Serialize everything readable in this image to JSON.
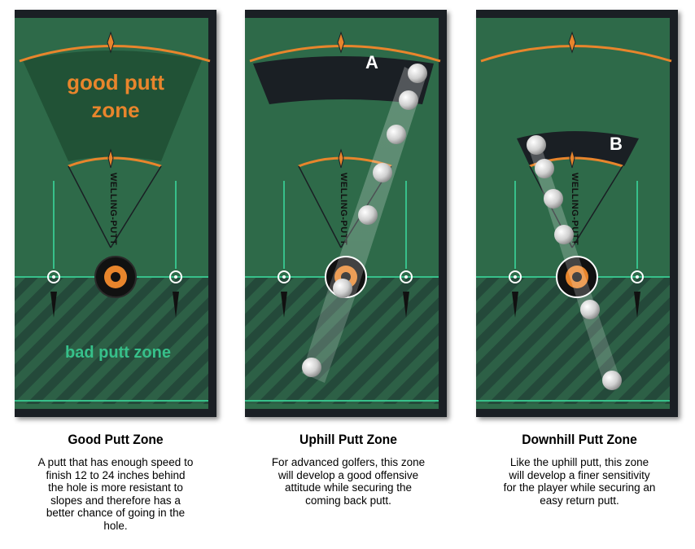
{
  "colors": {
    "turf": "#2f6b48",
    "turf_dark": "#1f4e33",
    "stripe": "#244a3a",
    "frame": "#1a1f24",
    "orange": "#e8852c",
    "mint": "#37c08a",
    "ball": "#cfcfcf"
  },
  "panels": [
    {
      "name": "good",
      "zone_label_line1": "good putt",
      "zone_label_line2": "zone",
      "bad_zone_label": "bad putt zone",
      "brand": "WELLING-PUTT",
      "caption_title": "Good Putt Zone",
      "caption_text": [
        "A putt that has enough speed to",
        "finish 12 to 24 inches behind",
        "the hole is more resistant to",
        "slopes and therefore has a",
        "better chance of going in the",
        "hole."
      ]
    },
    {
      "name": "uphill",
      "zone_letter": "A",
      "brand": "WELLING-PUTT",
      "caption_title": "Uphill Putt Zone",
      "caption_text": [
        "For advanced golfers, this zone",
        "will develop a good offensive",
        "attitude while securing the",
        "coming back putt."
      ]
    },
    {
      "name": "downhill",
      "zone_letter": "B",
      "brand": "WELLING-PUTT",
      "caption_title": "Downhill Putt Zone",
      "caption_text": [
        "Like the uphill putt, this zone",
        "will develop a finer sensitivity",
        "for the player while securing an",
        "easy return putt."
      ]
    }
  ]
}
